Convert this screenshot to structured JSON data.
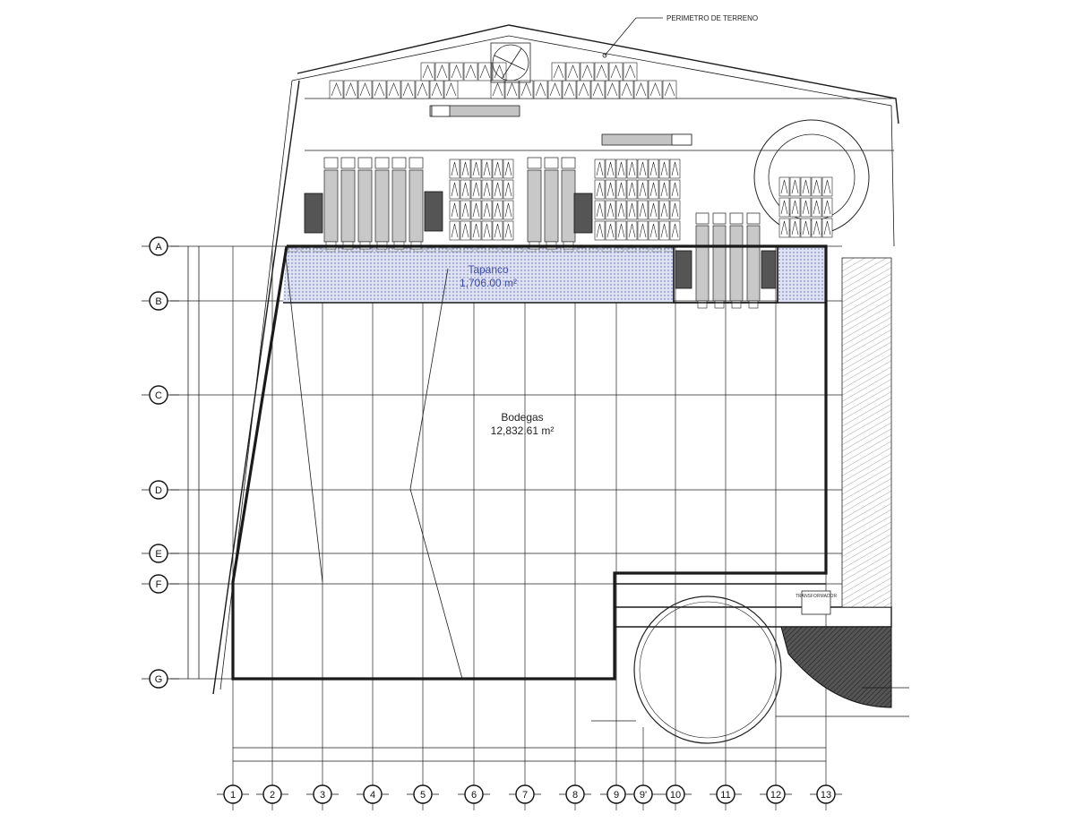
{
  "plan": {
    "annotation_perimeter": "PERIMETRO DE TERRENO",
    "area_mezzanine": {
      "name": "Tapanco",
      "area": "1,706.00 m²"
    },
    "area_warehouse": {
      "name": "Bodegas",
      "area": "12,832.61 m²"
    },
    "row_axes": [
      "A",
      "B",
      "C",
      "D",
      "E",
      "F",
      "G"
    ],
    "column_axes": [
      "1",
      "2",
      "3",
      "4",
      "5",
      "6",
      "7",
      "8",
      "9",
      "9'",
      "10",
      "11",
      "12",
      "13"
    ],
    "substation_label": "TRANSFORMADOR",
    "colors": {
      "mezzanine_fill": "#c8cde8",
      "hatch": "#333333",
      "line": "#1a1a1a"
    }
  }
}
